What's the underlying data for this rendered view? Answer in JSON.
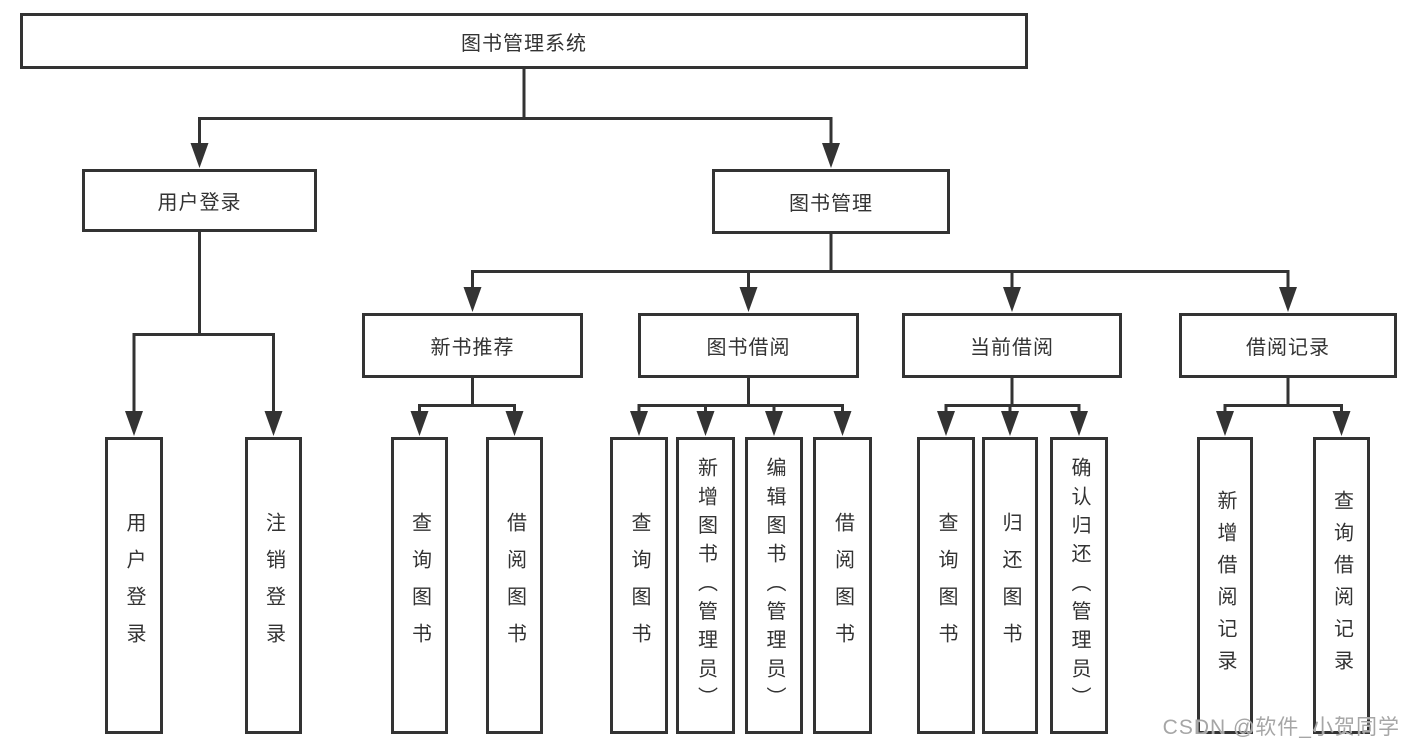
{
  "tree": {
    "label": "图书管理系统",
    "children": [
      {
        "label": "用户登录",
        "children": [
          {
            "label": "用户登录"
          },
          {
            "label": "注销登录"
          }
        ]
      },
      {
        "label": "图书管理",
        "children": [
          {
            "label": "新书推荐",
            "children": [
              {
                "label": "查询图书"
              },
              {
                "label": "借阅图书"
              }
            ]
          },
          {
            "label": "图书借阅",
            "children": [
              {
                "label": "查询图书"
              },
              {
                "label": "新增图书（管理员）"
              },
              {
                "label": "编辑图书（管理员）"
              },
              {
                "label": "借阅图书"
              }
            ]
          },
          {
            "label": "当前借阅",
            "children": [
              {
                "label": "查询图书"
              },
              {
                "label": "归还图书"
              },
              {
                "label": "确认归还（管理员）"
              }
            ]
          },
          {
            "label": "借阅记录",
            "children": [
              {
                "label": "新增借阅记录"
              },
              {
                "label": "查询借阅记录"
              }
            ]
          }
        ]
      }
    ]
  },
  "watermark": "CSDN @软件_小贺同学",
  "colors": {
    "line": "#333333",
    "text": "#333333",
    "background": "#ffffff",
    "watermark": "#a6a6a6"
  }
}
